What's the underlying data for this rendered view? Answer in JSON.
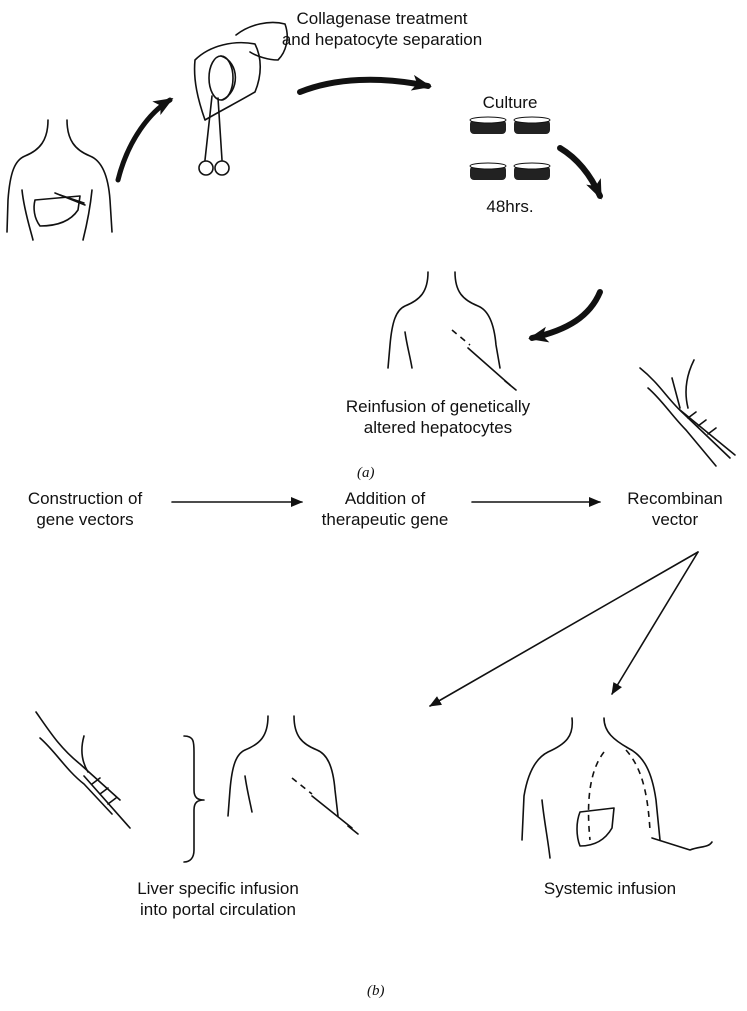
{
  "panel_a": {
    "label_collagenase_line1": "Collagenase treatment",
    "label_collagenase_line2": "and hepatocyte separation",
    "label_culture": "Culture",
    "label_48hrs": "48hrs.",
    "label_reinfusion_line1": "Reinfusion of genetically",
    "label_reinfusion_line2": "altered hepatocytes",
    "caption": "(a)"
  },
  "panel_b": {
    "label_construction_line1": "Construction of",
    "label_construction_line2": "gene vectors",
    "label_addition_line1": "Addition of",
    "label_addition_line2": "therapeutic gene",
    "label_recombinant_line1": "Recombinan",
    "label_recombinant_line2": "vector",
    "label_liver_line1": "Liver specific infusion",
    "label_liver_line2": "into portal circulation",
    "label_systemic": "Systemic infusion",
    "caption": "(b)"
  }
}
